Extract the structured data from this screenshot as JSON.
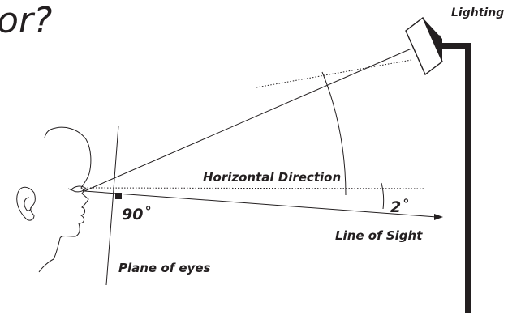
{
  "diagram": {
    "title_fragment": "or?",
    "labels": {
      "lighting": "Lighting",
      "horizontal_direction": "Horizontal Direction",
      "line_of_sight": "Line of Sight",
      "plane_of_eyes": "Plane of eyes",
      "right_angle": "90˚",
      "sight_angle": "2˚"
    },
    "colors": {
      "ink": "#231f20",
      "background": "#ffffff"
    }
  }
}
